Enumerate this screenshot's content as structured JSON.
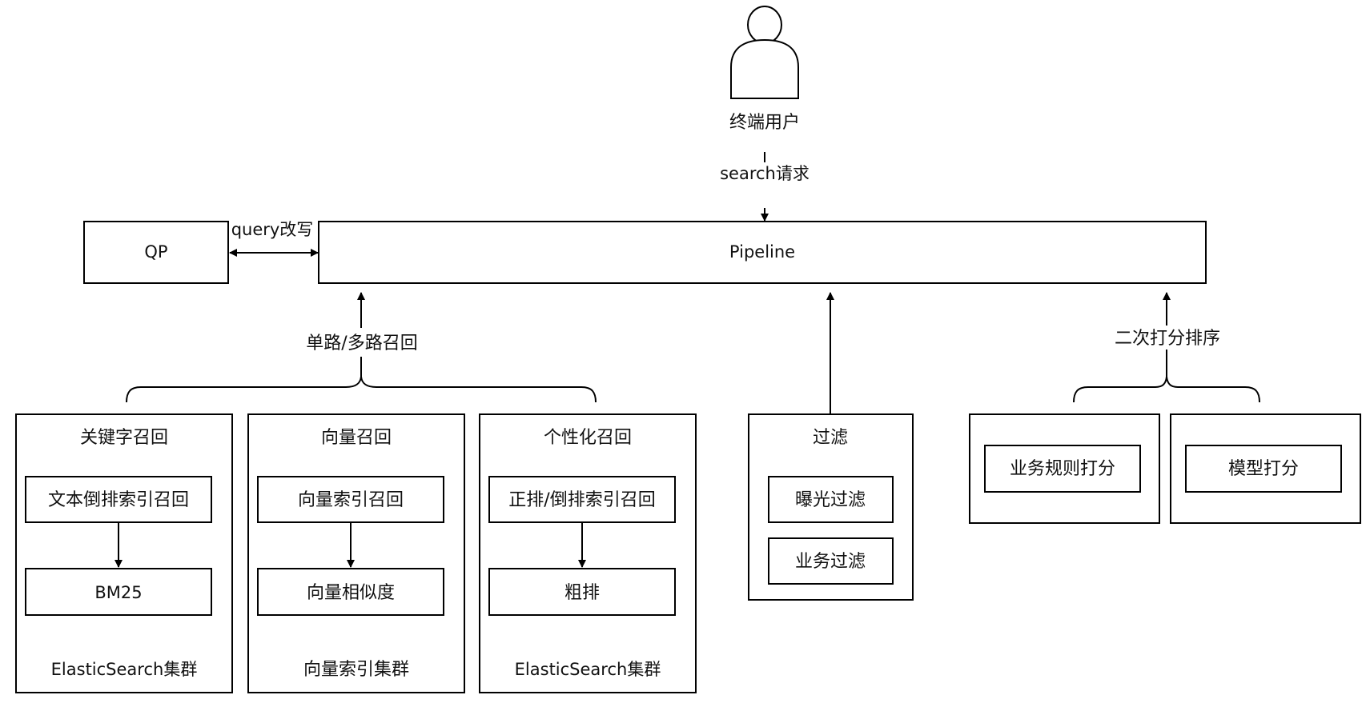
{
  "user": {
    "label": "终端用户",
    "request_label": "search请求"
  },
  "qp": {
    "label": "QP",
    "rewrite_label": "query改写"
  },
  "pipeline": {
    "label": "Pipeline"
  },
  "recall": {
    "label": "单路/多路召回",
    "groups": [
      {
        "title": "关键字召回",
        "step1": "文本倒排索引召回",
        "step2": "BM25",
        "cluster": "ElasticSearch集群"
      },
      {
        "title": "向量召回",
        "step1": "向量索引召回",
        "step2": "向量相似度",
        "cluster": "向量索引集群"
      },
      {
        "title": "个性化召回",
        "step1": "正排/倒排索引召回",
        "step2": "粗排",
        "cluster": "ElasticSearch集群"
      }
    ]
  },
  "filter": {
    "title": "过滤",
    "items": [
      "曝光过滤",
      "业务过滤"
    ]
  },
  "rerank": {
    "label": "二次打分排序",
    "items": [
      "业务规则打分",
      "模型打分"
    ]
  }
}
